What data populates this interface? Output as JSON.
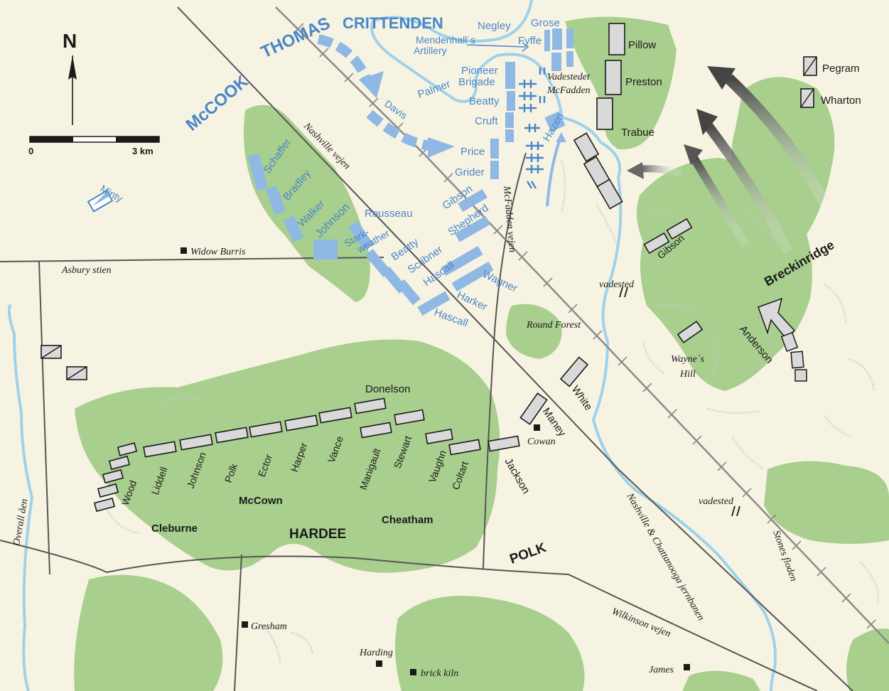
{
  "compass": {
    "north": "N"
  },
  "scale": {
    "start": "0",
    "end": "3 km"
  },
  "legend": {
    "pegram": "Pegram",
    "wharton": "Wharton"
  },
  "union": {
    "corps": {
      "mccook": "McCOOK",
      "thomas": "THOMAS",
      "crittenden": "CRITTENDEN"
    },
    "units": {
      "negley": "Negley",
      "grose": "Grose",
      "fyffe": "Fyffe",
      "mendenhall_1": "Mendenhall´s",
      "mendenhall_2": "Artillery",
      "pioneer_1": "Pioneer",
      "pioneer_2": "Brigade",
      "palmer": "Palmer",
      "beatty_n": "Beatty",
      "cruft": "Cruft",
      "price": "Price",
      "grider": "Grider",
      "hazen": "Hazen",
      "davis": "Davis",
      "schaffer": "Schaffer",
      "bradley": "Bradley",
      "walker": "Walker",
      "johnson": "Johnson",
      "rousseau": "Rousseau",
      "stark_1": "Stark-",
      "stark_2": "weather",
      "gibson": "Gibson",
      "shepherd": "Shepherd",
      "beatty_s": "Beatty",
      "scribner": "Scribner",
      "hascall_1": "Hascall",
      "wagner": "Wagner",
      "harker": "Harker",
      "hascall_2": "Hascall",
      "minty": "Minty"
    }
  },
  "confederate": {
    "corps": {
      "hardee": "HARDEE",
      "polk": "POLK",
      "breckinridge": "Breckinridge"
    },
    "units": {
      "pillow": "Pillow",
      "preston": "Preston",
      "trabue": "Trabue",
      "gibson": "Gibson",
      "anderson": "Anderson",
      "white": "White",
      "maney": "Maney",
      "donelson": "Donelson",
      "wood": "Wood",
      "liddell": "Liddell",
      "johnson": "Johnson",
      "polk": "Polk",
      "ector": "Ector",
      "harper": "Harper",
      "vance": "Vance",
      "manigault": "Manigault",
      "stewart": "Stewart",
      "vaughn": "Vaughn",
      "coltart": "Coltart",
      "jackson": "Jackson",
      "cleburne": "Cleburne",
      "mccown": "McCown",
      "cheatham": "Cheatham"
    }
  },
  "places": {
    "vadestedet_1": "Vadestedet",
    "vadestedet_2": "McFadden",
    "nashville_vejen": "Nashville vejen",
    "mcfadden_vejen": "McFadden vejen",
    "widow_burris": "Widow Burris",
    "asbury": "Asbury stien",
    "vadested_1": "vadested",
    "vadested_2": "vadested",
    "round_forest": "Round Forest",
    "waynes_1": "Wayne´s",
    "waynes_2": "Hill",
    "cowan": "Cowan",
    "overall": "Overall åen",
    "railroad": "Nashville & Chattanooga jernbanen",
    "stones": "Stones floden",
    "wilkinson": "Wilkinson vejen",
    "gresham": "Gresham",
    "harding": "Harding",
    "brick_kiln": "brick kiln",
    "james": "James"
  },
  "colors": {
    "union": "#4a86c8",
    "confederate": "#d9d9d9",
    "forest": "#a8cf8e",
    "river": "#9fd2ea",
    "background": "#f7f3e3"
  }
}
